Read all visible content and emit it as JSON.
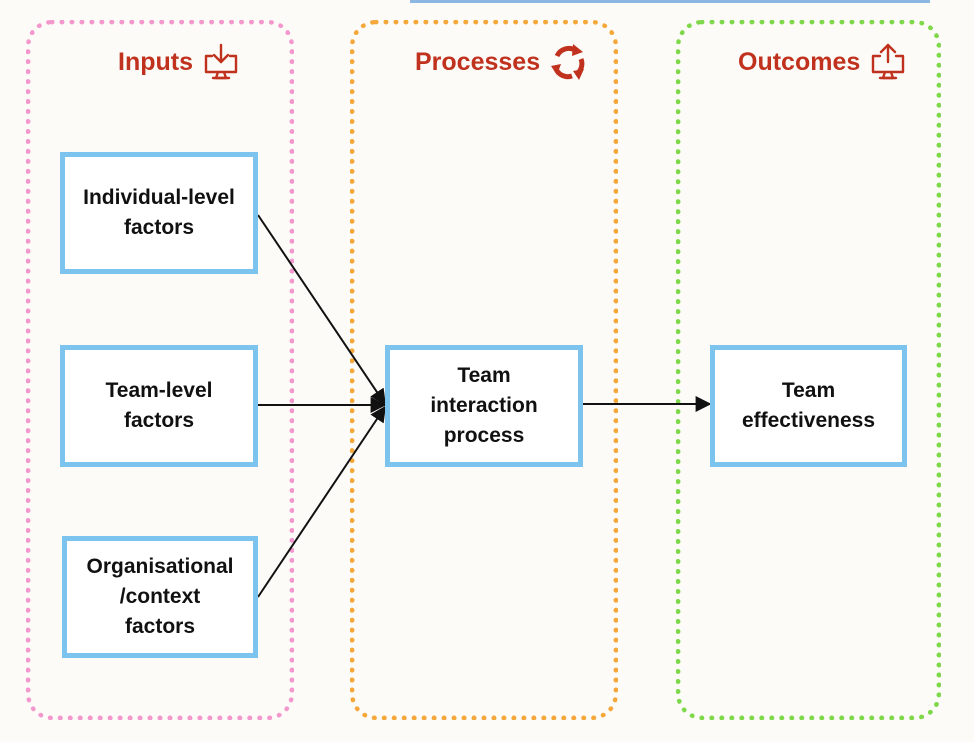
{
  "colors": {
    "inputs_border": "#f397cc",
    "processes_border": "#f5a73a",
    "outcomes_border": "#7fd84a",
    "box_border": "#7cc3ee",
    "header_text": "#c0321e",
    "arrow": "#111111",
    "background": "#fcfbf8"
  },
  "columns": {
    "inputs": {
      "title": "Inputs",
      "icon": "download-tray-icon"
    },
    "processes": {
      "title": "Processes",
      "icon": "refresh-cycle-icon"
    },
    "outcomes": {
      "title": "Outcomes",
      "icon": "upload-tray-icon"
    }
  },
  "boxes": {
    "individual": "Individual-level\nfactors",
    "team_level": "Team-level\nfactors",
    "organisational": "Organisational\n/context\nfactors",
    "interaction": "Team\ninteraction\nprocess",
    "effectiveness": "Team\neffectiveness"
  },
  "edges": [
    {
      "from": "Individual-level factors",
      "to": "Team interaction process"
    },
    {
      "from": "Team-level factors",
      "to": "Team interaction process"
    },
    {
      "from": "Organisational/context factors",
      "to": "Team interaction process"
    },
    {
      "from": "Team interaction process",
      "to": "Team effectiveness"
    }
  ]
}
